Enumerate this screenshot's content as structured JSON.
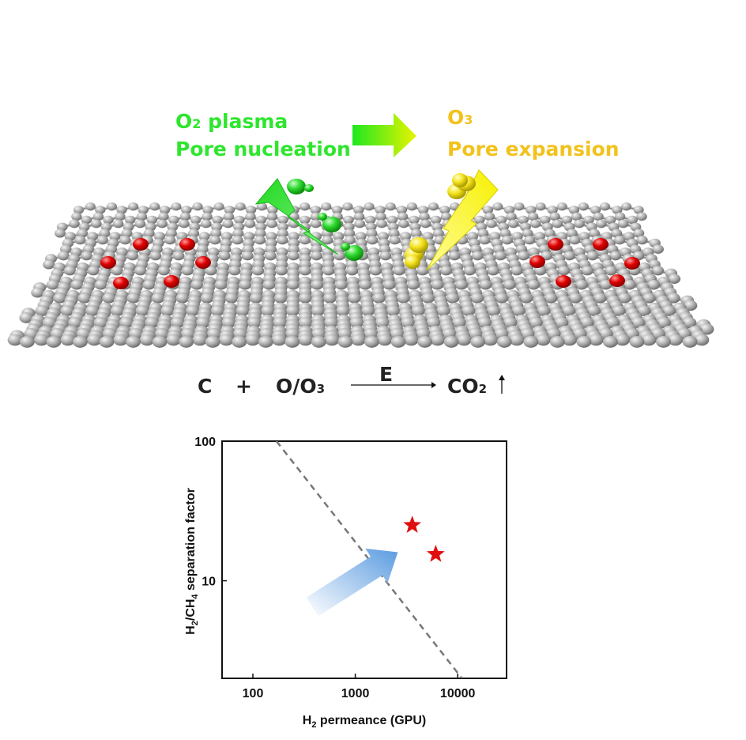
{
  "labels": {
    "o2_plasma_line1_main": "O",
    "o2_plasma_line1_sub": "2",
    "o2_plasma_line1_rest": " plasma",
    "o2_plasma_line2": "Pore nucleation",
    "o3_line1_main": "O",
    "o3_line1_sub": "3",
    "o3_line2": "Pore expansion"
  },
  "equation": {
    "reactant1": "C",
    "plus": "+",
    "reactant2_main": "O/O",
    "reactant2_sub": "3",
    "condition": "E",
    "product_main": "CO",
    "product_sub": "2",
    "gas_arrow": "↑"
  },
  "colors": {
    "oxygen_plasma": "#2ee62e",
    "ozone": "#f2e600",
    "ozone_text": "#f2c21c",
    "carbon_atom": "#a8a8a8",
    "oxygen_atom": "#e00000",
    "data_star": "#e01010"
  },
  "chart_data": {
    "type": "scatter",
    "x_scale": "log",
    "y_scale": "log",
    "xlim": [
      50,
      30000
    ],
    "ylim": [
      2,
      100
    ],
    "xlabel_main": "H",
    "xlabel_sub": "2",
    "xlabel_rest": " permeance (GPU)",
    "ylabel_parts": [
      "H",
      "2",
      "/CH",
      "4",
      " separation factor"
    ],
    "x_ticks": [
      100,
      1000,
      10000
    ],
    "x_tick_labels": [
      "100",
      "1000",
      "10000"
    ],
    "y_ticks": [
      10,
      100
    ],
    "y_tick_labels": [
      "10",
      "100"
    ],
    "points": [
      {
        "x": 3600,
        "y": 25,
        "marker": "star"
      },
      {
        "x": 6100,
        "y": 15.5,
        "marker": "star"
      }
    ],
    "trend_line": {
      "style": "dashed",
      "points": [
        [
          170,
          100
        ],
        [
          11000,
          2
        ]
      ]
    },
    "arrow": {
      "from": [
        380,
        6.5
      ],
      "to": [
        2600,
        16
      ]
    }
  }
}
